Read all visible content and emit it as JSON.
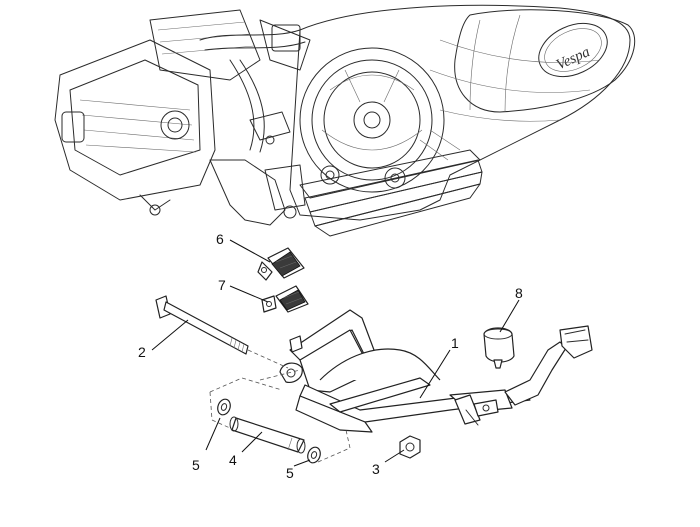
{
  "diagram": {
    "callouts": [
      {
        "id": "c1",
        "label": "1"
      },
      {
        "id": "c2",
        "label": "2"
      },
      {
        "id": "c3",
        "label": "3"
      },
      {
        "id": "c4",
        "label": "4"
      },
      {
        "id": "c5a",
        "label": "5"
      },
      {
        "id": "c5b",
        "label": "5"
      },
      {
        "id": "c6",
        "label": "6"
      },
      {
        "id": "c7",
        "label": "7"
      },
      {
        "id": "c8",
        "label": "8"
      }
    ],
    "engine_logo": "Vespa"
  }
}
